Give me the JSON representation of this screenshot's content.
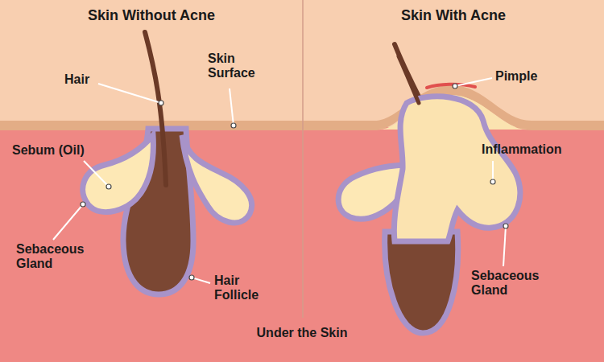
{
  "diagram": {
    "nodes": [
      {
        "text": [
          "Skin Without Acne"
        ]
      },
      {
        "text": [
          "Skin With Acne"
        ]
      }
    ],
    "labels": [
      "Hair",
      "Skin Surface",
      "Sebum (Oil)",
      "Sebaceous Gland",
      "Hair Follicle",
      "Pimple",
      "Inflammation",
      "Sebaceous Gland",
      "Under the Skin"
    ]
  }
}
